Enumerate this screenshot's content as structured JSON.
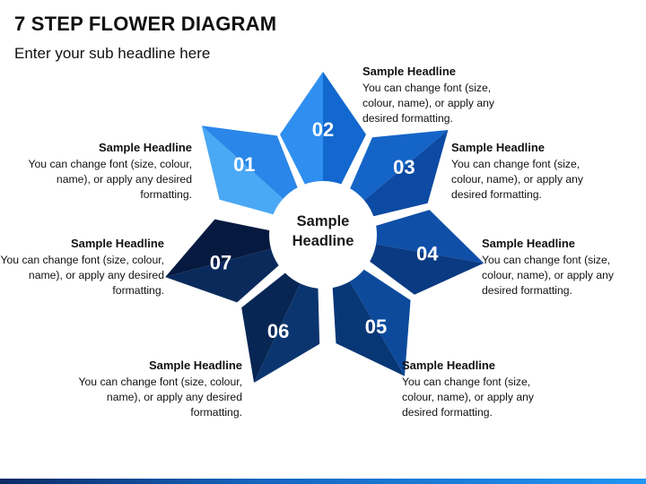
{
  "header": {
    "title": "7 STEP FLOWER DIAGRAM",
    "subtitle": "Enter your sub headline here"
  },
  "center": {
    "line1": "Sample",
    "line2": "Headline"
  },
  "steps": [
    {
      "number": "01",
      "headline": "Sample Headline",
      "text": "You can change font (size, colour, name), or apply any desired formatting."
    },
    {
      "number": "02",
      "headline": "Sample Headline",
      "text": "You can change font (size, colour, name), or apply any desired formatting."
    },
    {
      "number": "03",
      "headline": "Sample Headline",
      "text": "You can change font (size, colour, name), or apply any desired formatting."
    },
    {
      "number": "04",
      "headline": "Sample Headline",
      "text": "You can change font (size, colour, name), or apply any desired formatting."
    },
    {
      "number": "05",
      "headline": "Sample Headline",
      "text": "You can change font (size, colour, name), or apply any desired formatting."
    },
    {
      "number": "06",
      "headline": "Sample Headline",
      "text": "You can change font (size, colour, name), or apply any desired formatting."
    },
    {
      "number": "07",
      "headline": "Sample Headline",
      "text": "You can change font (size, colour, name), or apply any desired formatting."
    }
  ],
  "colors": {
    "petal_01": [
      "#4aa8f5",
      "#2a86e8"
    ],
    "petal_02": [
      "#2f8ff0",
      "#1268cf"
    ],
    "petal_03": [
      "#1565c8",
      "#0c4aa3"
    ],
    "petal_04": [
      "#0f4fa8",
      "#0a3a82"
    ],
    "petal_05": [
      "#0d4a9c",
      "#083776"
    ],
    "petal_06": [
      "#0b356f",
      "#072654"
    ],
    "petal_07": [
      "#0a2a5c",
      "#061a40"
    ]
  }
}
